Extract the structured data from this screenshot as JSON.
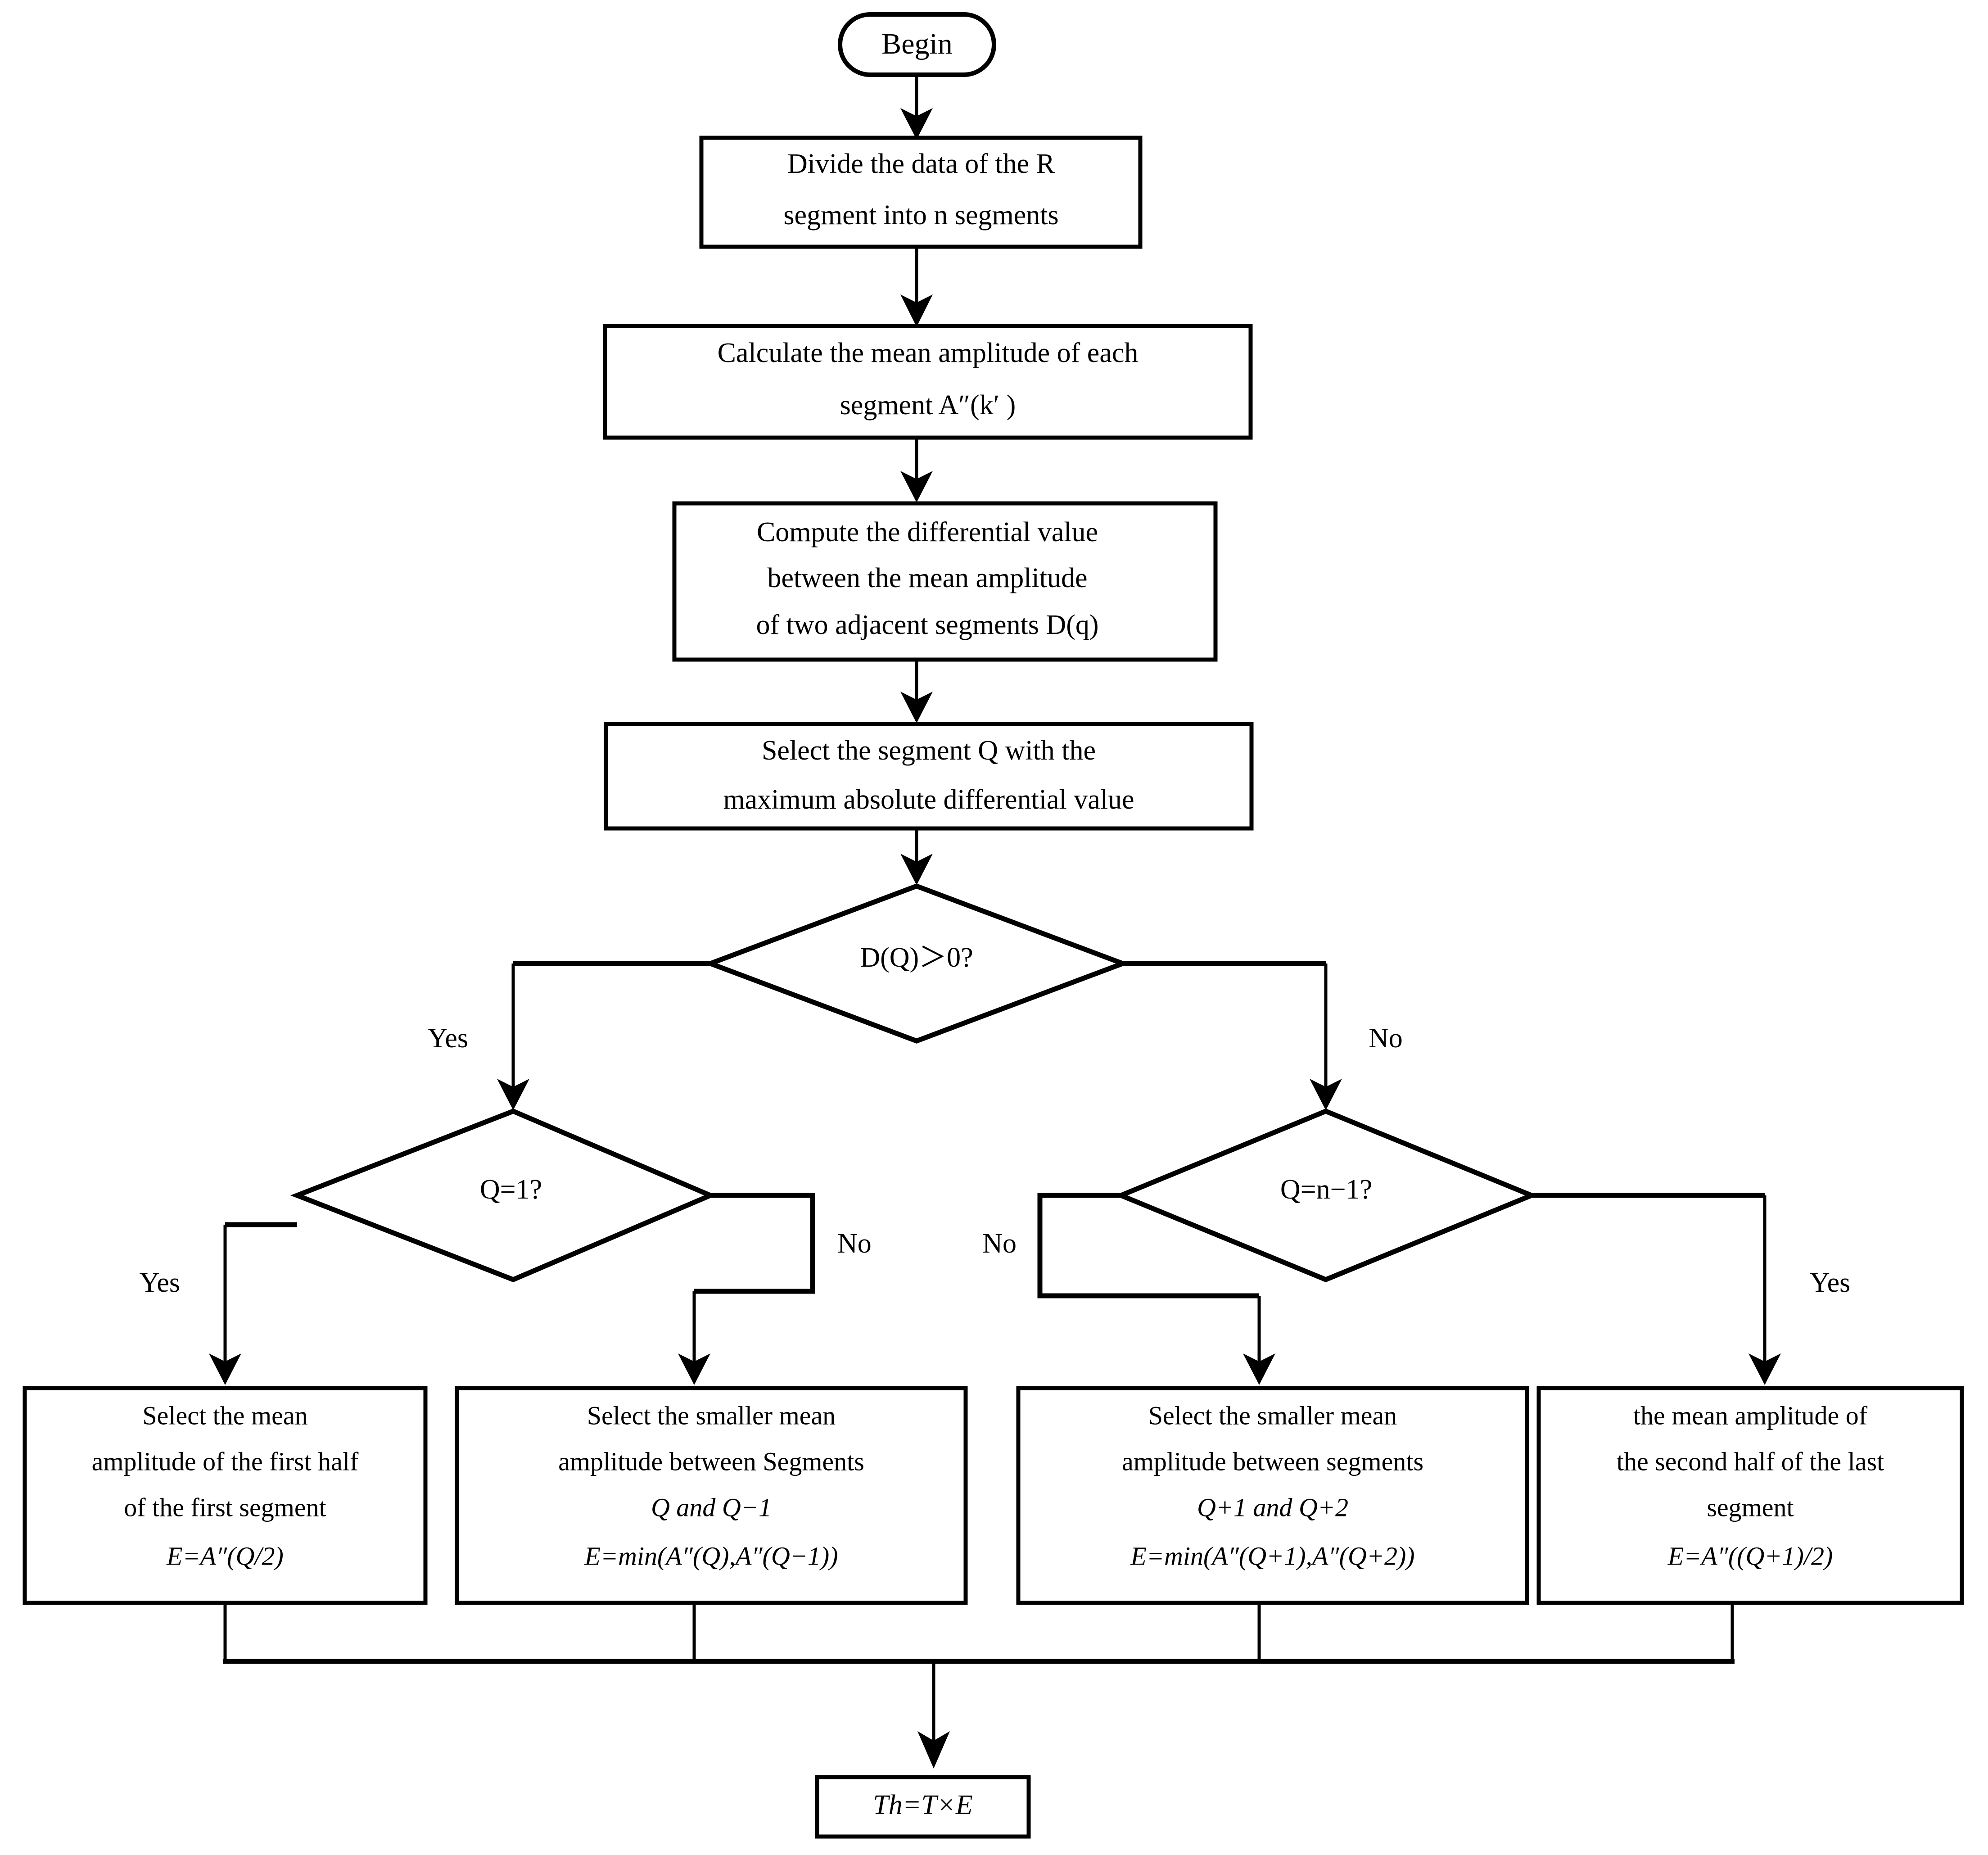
{
  "diagram": {
    "type": "flowchart",
    "title": "Adaptive threshold computation flowchart",
    "background_color": "#ffffff",
    "line_color": "#000000",
    "text_color": "#000000"
  },
  "nodes": {
    "begin": {
      "shape": "stadium",
      "label": "Begin"
    },
    "divide": {
      "shape": "rectangle",
      "lines": [
        "Divide the data of the R",
        "segment into n segments"
      ]
    },
    "calc_mean": {
      "shape": "rectangle",
      "lines": [
        "Calculate the mean amplitude of each",
        "segment A″(k′ )"
      ]
    },
    "compute_diff": {
      "shape": "rectangle",
      "lines": [
        "Compute the differential value",
        "between the mean amplitude",
        "of two adjacent segments D(q)"
      ]
    },
    "select_seg": {
      "shape": "rectangle",
      "lines": [
        "Select the segment Q with the",
        "maximum absolute differential value"
      ]
    },
    "decision_dq": {
      "shape": "diamond",
      "label": "D(Q)＞0?"
    },
    "decision_q1": {
      "shape": "diamond",
      "label": "Q=1?"
    },
    "decision_qn1": {
      "shape": "diamond",
      "label": "Q=n−1?"
    },
    "leaf_1": {
      "shape": "rectangle",
      "lines": [
        "Select the mean",
        "amplitude of the first half",
        "of the first segment",
        "E=A″(Q/2)"
      ]
    },
    "leaf_2": {
      "shape": "rectangle",
      "lines": [
        "Select the smaller mean",
        "amplitude between Segments",
        "Q and Q−1",
        "E=min(A″(Q),A″(Q−1))"
      ]
    },
    "leaf_3": {
      "shape": "rectangle",
      "lines": [
        "Select the smaller mean",
        "amplitude between segments",
        "Q+1 and Q+2",
        "E=min(A″(Q+1),A″(Q+2))"
      ]
    },
    "leaf_4": {
      "shape": "rectangle",
      "lines": [
        "the mean amplitude of",
        "the second half of the last",
        "segment",
        "E=A″((Q+1)/2)"
      ]
    },
    "result": {
      "shape": "rectangle",
      "label": "Th=T×E"
    }
  },
  "edge_labels": {
    "dq_yes": "Yes",
    "dq_no": "No",
    "q1_yes": "Yes",
    "q1_no": "No",
    "qn1_no": "No",
    "qn1_yes": "Yes"
  }
}
